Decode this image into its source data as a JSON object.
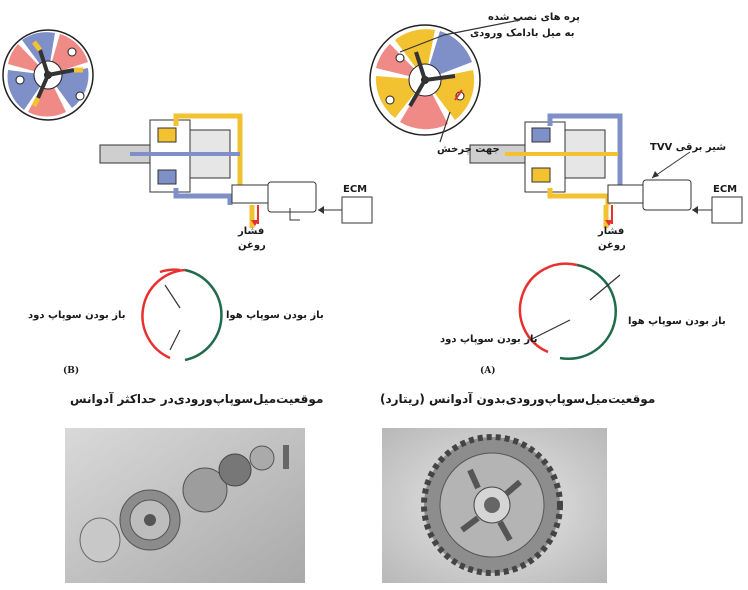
{
  "diagram_a": {
    "vane_label_line1": "پره های نصب شده",
    "vane_label_line2": "به میل بادامک ورودی",
    "rotation_label": "جهت چرخش",
    "tvv_label": "شیر برقی TVV",
    "ecm_label": "ECM",
    "oil_pressure_line1": "فشار",
    "oil_pressure_line2": "روغن",
    "intake_open_label": "باز بودن سوپاپ هوا",
    "exhaust_open_label": "باز بودن سوپاپ دود",
    "panel_tag": "(A)",
    "caption": "موقعیت‌میل‌سوپاپ‌ورودی‌بدون آدوانس (ریتارد)"
  },
  "diagram_b": {
    "ecm_label": "ECM",
    "oil_pressure_line1": "فشار",
    "oil_pressure_line2": "روغن",
    "intake_open_label": "باز بودن سوپاپ هوا",
    "exhaust_open_label": "باز بودن سوپاپ دود",
    "panel_tag": "(B)",
    "caption": "موقعیت‌میل‌سوپاپ‌ورودی‌در حداکثر آدوانس"
  },
  "colors": {
    "oil_yellow": "#f2c230",
    "chamber_blue": "#7f8fc8",
    "chamber_pink": "#ef8a86",
    "exhaust_red": "#e8312f",
    "intake_green": "#1f6b4a"
  }
}
